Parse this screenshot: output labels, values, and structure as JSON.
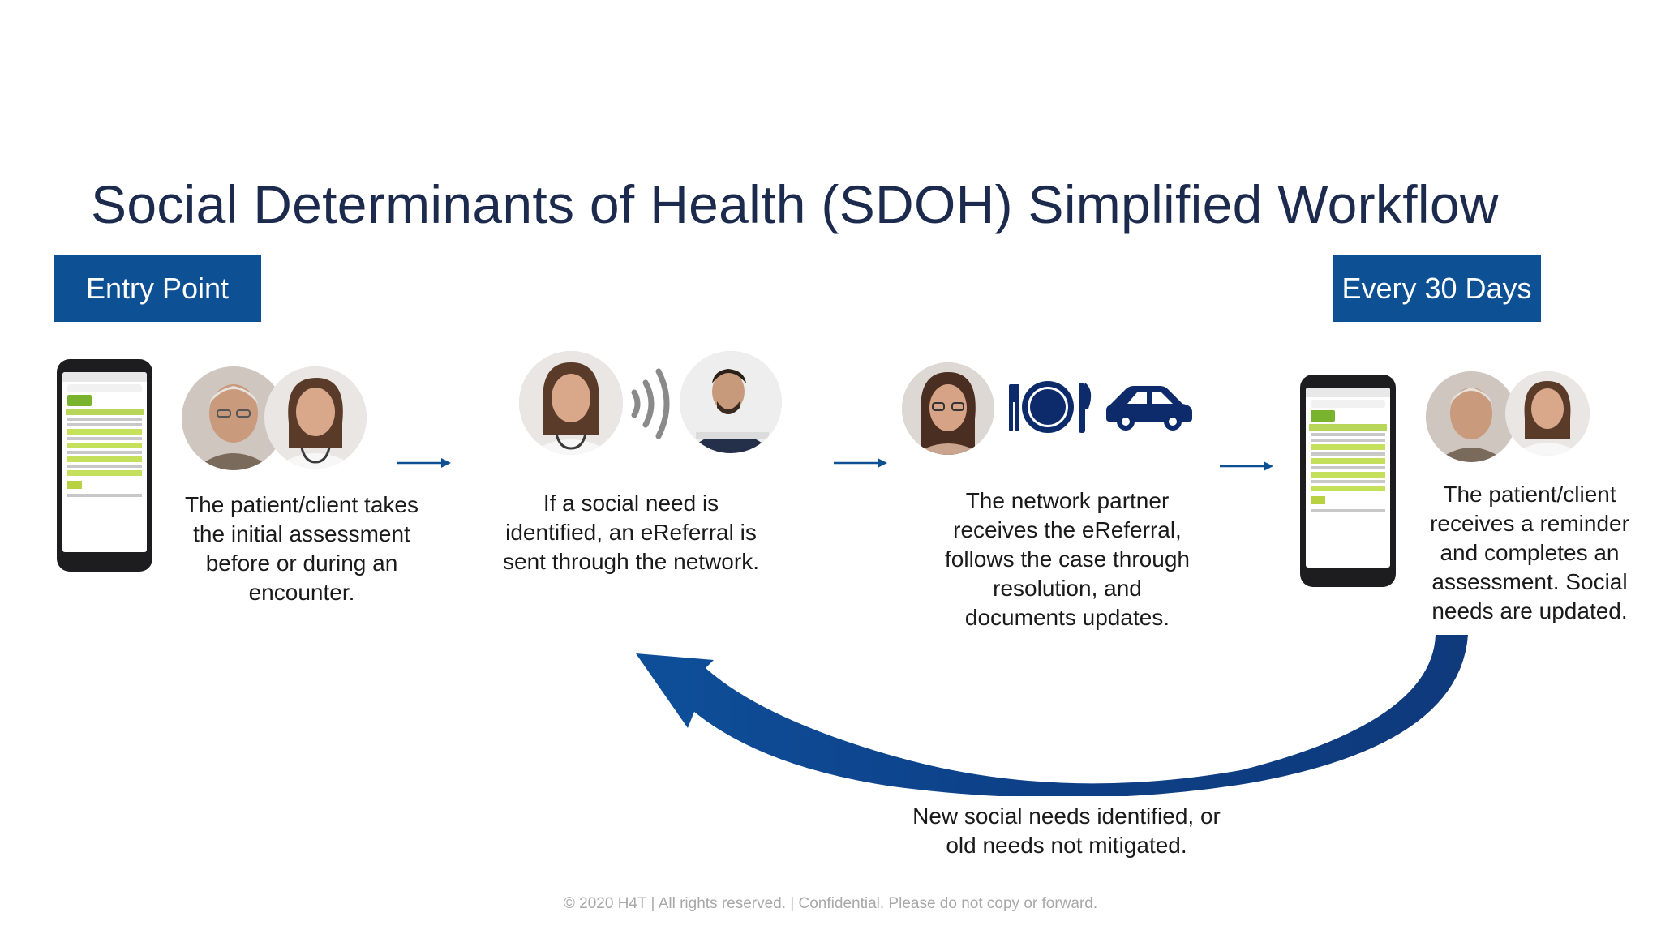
{
  "title": "Social Determinants of Health (SDOH) Simplified Workflow",
  "tags": {
    "entry": "Entry Point",
    "every": "Every 30 Days"
  },
  "steps": [
    {
      "lines": [
        "The patient/client takes",
        "the initial assessment",
        "before or during an",
        "encounter."
      ]
    },
    {
      "lines": [
        "If a social need is",
        "identified, an eReferral is",
        "sent through the network."
      ]
    },
    {
      "lines": [
        "The network partner",
        "receives the eReferral,",
        "follows the case through",
        "resolution, and",
        "documents updates."
      ]
    },
    {
      "lines": [
        "The patient/client",
        "receives a reminder",
        "and completes an",
        "assessment.  Social",
        "needs are updated."
      ]
    }
  ],
  "loop_note": {
    "lines": [
      "New social needs identified, or",
      "old needs not mitigated."
    ]
  },
  "footer": "© 2020 H4T  |  All rights reserved.   |   Confidential. Please do not copy or forward.",
  "colors": {
    "brand_blue": "#0e5094",
    "title": "#1c2b4d",
    "icon_navy": "#0d2a6b"
  },
  "icons": [
    "phone-screenshot",
    "patient-photo",
    "doctor-photo",
    "signal-waves-icon",
    "agent-photo",
    "plate-cutlery-icon",
    "car-icon",
    "return-loop-arrow"
  ]
}
